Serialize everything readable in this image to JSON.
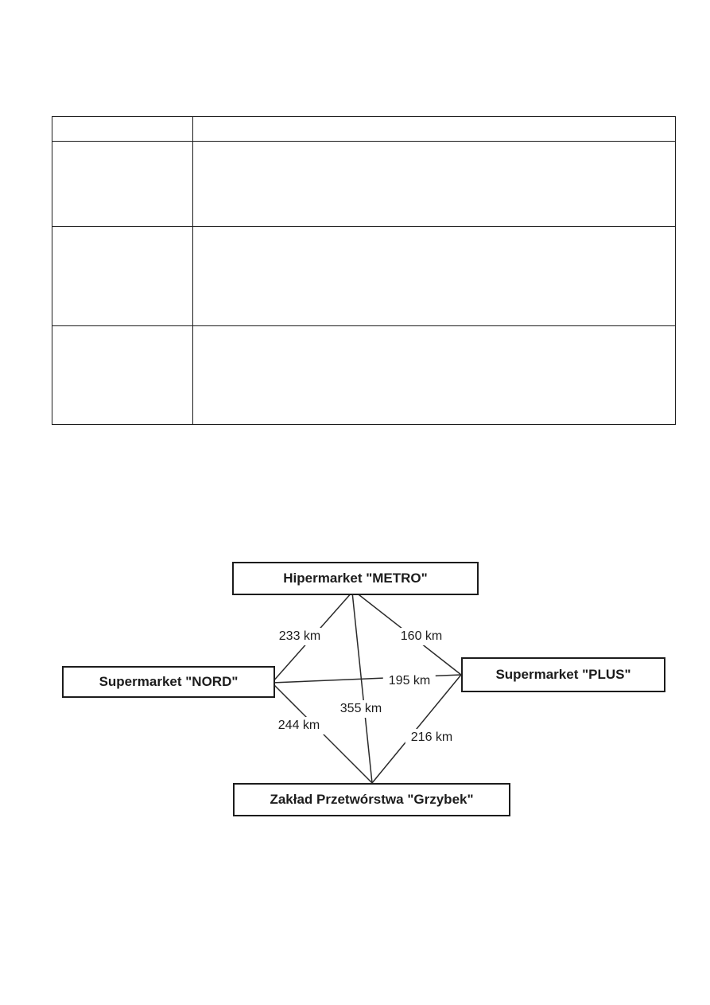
{
  "page": {
    "background": "#ffffff",
    "ink_color": "#1c1c1c"
  },
  "table": {
    "columns": 2,
    "header": [
      "",
      ""
    ],
    "rows": [
      [
        "",
        ""
      ],
      [
        "",
        ""
      ],
      [
        "",
        ""
      ]
    ]
  },
  "diagram": {
    "nodes": [
      {
        "id": "metro",
        "label": "Hipermarket \"METRO\""
      },
      {
        "id": "nord",
        "label": "Supermarket \"NORD\""
      },
      {
        "id": "plus",
        "label": "Supermarket \"PLUS\""
      },
      {
        "id": "grzybek",
        "label": "Zakład Przetwórstwa \"Grzybek\""
      }
    ],
    "edges": [
      {
        "from": "metro",
        "to": "nord",
        "label": "233 km"
      },
      {
        "from": "metro",
        "to": "plus",
        "label": "160 km"
      },
      {
        "from": "nord",
        "to": "plus",
        "label": "195 km"
      },
      {
        "from": "metro",
        "to": "grzybek",
        "label": "355 km"
      },
      {
        "from": "nord",
        "to": "grzybek",
        "label": "244 km"
      },
      {
        "from": "plus",
        "to": "grzybek",
        "label": "216 km"
      }
    ]
  }
}
